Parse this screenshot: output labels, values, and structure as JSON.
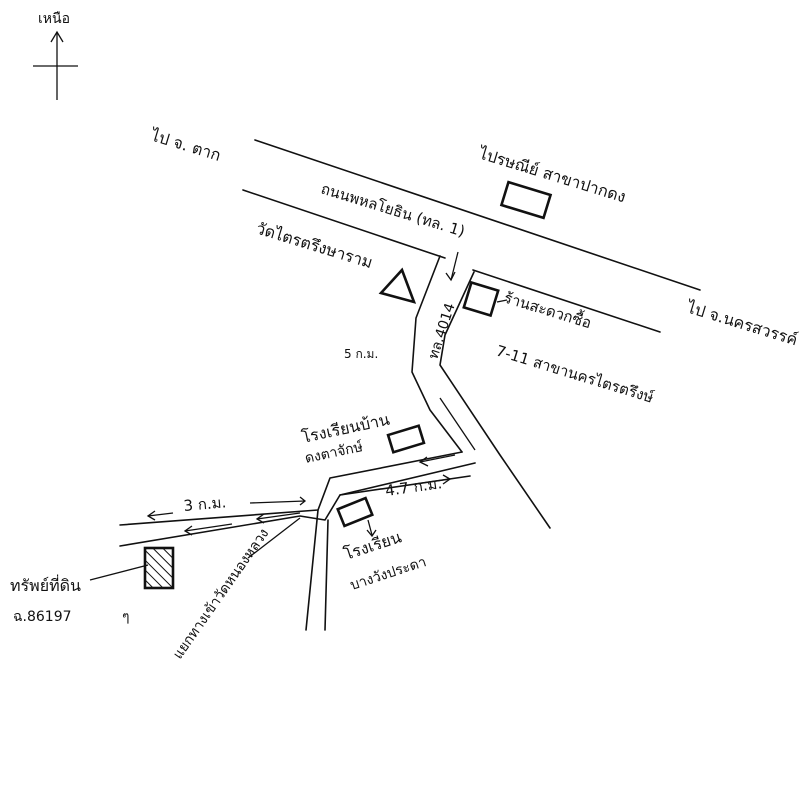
{
  "north": {
    "label": "เหนือ"
  },
  "labels": {
    "to_tak": "ไป  จ.  ตาก",
    "to_nakhon_sawan": "ไป  จ.นครสวรรค์",
    "highway_main": "ถนนพหลโยธิน  (ทล. 1)",
    "highway_4014": "ทล.4014",
    "post_office": "ไปรษณีย์  สาขาปากดง",
    "temple": "วัดไตรตรึงษาราม",
    "convenience_store": "ร้านสะดวกซื้อ",
    "seven_eleven": "7-11  สาขานครไตรตรึงษ์",
    "distance_5km": "5 ก.ม.",
    "distance_3km": "3  ก.ม.",
    "distance_47km": "4.7  ก.ม.",
    "school1_line1": "โรงเรียนบ้าน",
    "school1_line2": "ดงตาจักษ์",
    "school2_line1": "โรงเรียน",
    "school2_line2": "บางวังประดา",
    "junction": "แยกทางเข้าวัดหนองหลวง",
    "property_line1": "ทรัพย์ที่ดิน",
    "property_line2": "ฉ.86197"
  },
  "colors": {
    "ink": "#111111",
    "paper": "#ffffff"
  }
}
